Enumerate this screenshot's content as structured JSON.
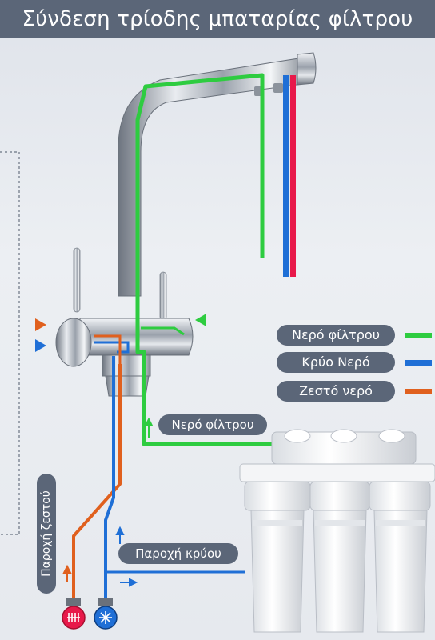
{
  "title": "Σύνδεση τρίοδης μπαταρίας φίλτρου",
  "legend": [
    {
      "label": "Νερό φίλτρου",
      "color": "#2ecc40"
    },
    {
      "label": "Κρύο Νερό",
      "color": "#1f6fd6"
    },
    {
      "label": "Ζεστό νερό",
      "color": "#e0601e"
    }
  ],
  "labels": {
    "filtered_water": "Νερό φίλτρου",
    "cold_supply": "Παροχή κρύου",
    "hot_supply": "Παροχή ζεστού"
  },
  "colors": {
    "filtered": "#2ecc40",
    "cold": "#1f6fd6",
    "hot": "#e0601e",
    "hot_spout": "#e8194a",
    "label_bg": "#5b6678"
  },
  "icons": {
    "hot_valve": "radiator-icon",
    "cold_valve": "snowflake-icon"
  }
}
